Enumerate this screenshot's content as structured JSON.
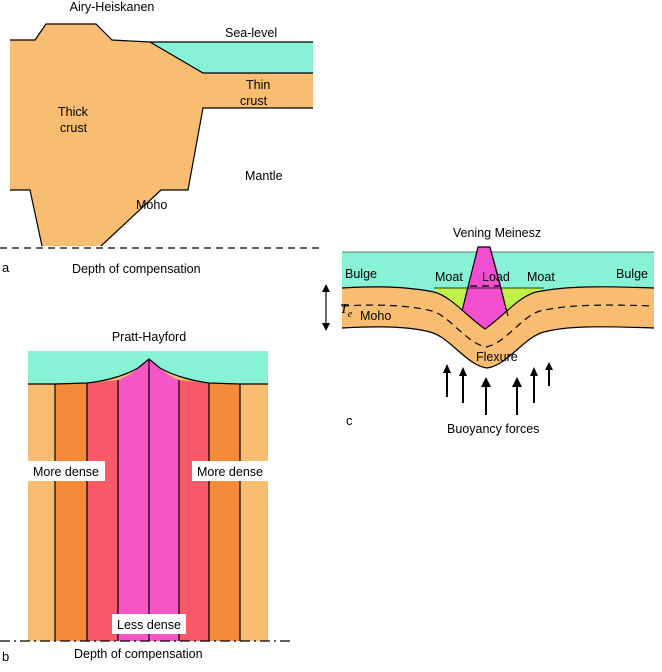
{
  "panel_a": {
    "letter": "a",
    "title": "Airy-Heiskanen",
    "sea_level": "Sea-level",
    "thick_crust_line1": "Thick",
    "thick_crust_line2": "crust",
    "thin_crust_line1": "Thin",
    "thin_crust_line2": "crust",
    "mantle": "Mantle",
    "moho": "Moho",
    "depth": "Depth of compensation"
  },
  "panel_b": {
    "letter": "b",
    "title": "Pratt-Hayford",
    "more_dense_left": "More dense",
    "more_dense_right": "More dense",
    "less_dense": "Less dense",
    "depth": "Depth of compensation"
  },
  "panel_c": {
    "letter": "c",
    "title": "Vening Meinesz",
    "bulge_left": "Bulge",
    "moat_left": "Moat",
    "load": "Load",
    "moat_right": "Moat",
    "bulge_right": "Bulge",
    "te_symbol": "T",
    "te_subscript": "e",
    "moho": "Moho",
    "flexure": "Flexure",
    "buoyancy": "Buoyancy forces"
  },
  "colors": {
    "crust": "#f9bd72",
    "water": "#88f2d6",
    "column_light": "#f9bd72",
    "column_orange": "#f58a38",
    "column_red": "#f85a6a",
    "column_pink": "#f655c5",
    "load": "#f24fd0",
    "moat_fill": "#bff246",
    "outline": "#000000"
  }
}
